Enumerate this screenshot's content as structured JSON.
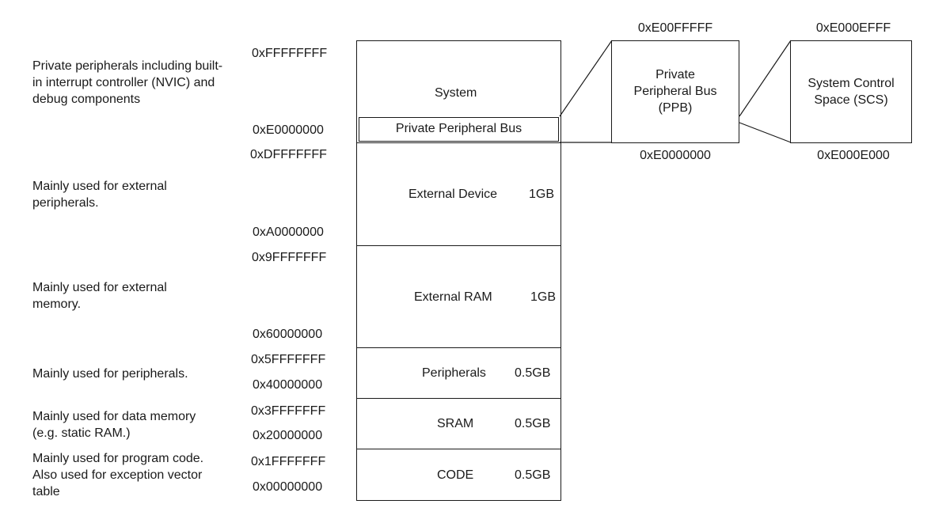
{
  "regions": [
    {
      "name": "System",
      "size": "",
      "start": "0xE0000000",
      "end": "0xFFFFFFFF",
      "description": "Private peripherals including built-in interrupt controller (NVIC) and debug components",
      "sub_region": "Private Peripheral Bus"
    },
    {
      "name": "External Device",
      "size": "1GB",
      "start": "0xA0000000",
      "end": "0xDFFFFFFF",
      "description": "Mainly used for external peripherals."
    },
    {
      "name": "External RAM",
      "size": "1GB",
      "start": "0x60000000",
      "end": "0x9FFFFFFF",
      "description": "Mainly used for external memory."
    },
    {
      "name": "Peripherals",
      "size": "0.5GB",
      "start": "0x40000000",
      "end": "0x5FFFFFFF",
      "description": "Mainly used for peripherals."
    },
    {
      "name": "SRAM",
      "size": "0.5GB",
      "start": "0x20000000",
      "end": "0x3FFFFFFF",
      "description": "Mainly used for data memory (e.g. static RAM.)"
    },
    {
      "name": "CODE",
      "size": "0.5GB",
      "start": "0x00000000",
      "end": "0x1FFFFFFF",
      "description": "Mainly used for program code. Also used for exception vector table"
    }
  ],
  "ppb": {
    "label": "Private Peripheral Bus (PPB)",
    "start": "0xE0000000",
    "end": "0xE00FFFFF"
  },
  "scs": {
    "label": "System Control Space (SCS)",
    "start": "0xE000E000",
    "end": "0xE000EFFF"
  }
}
